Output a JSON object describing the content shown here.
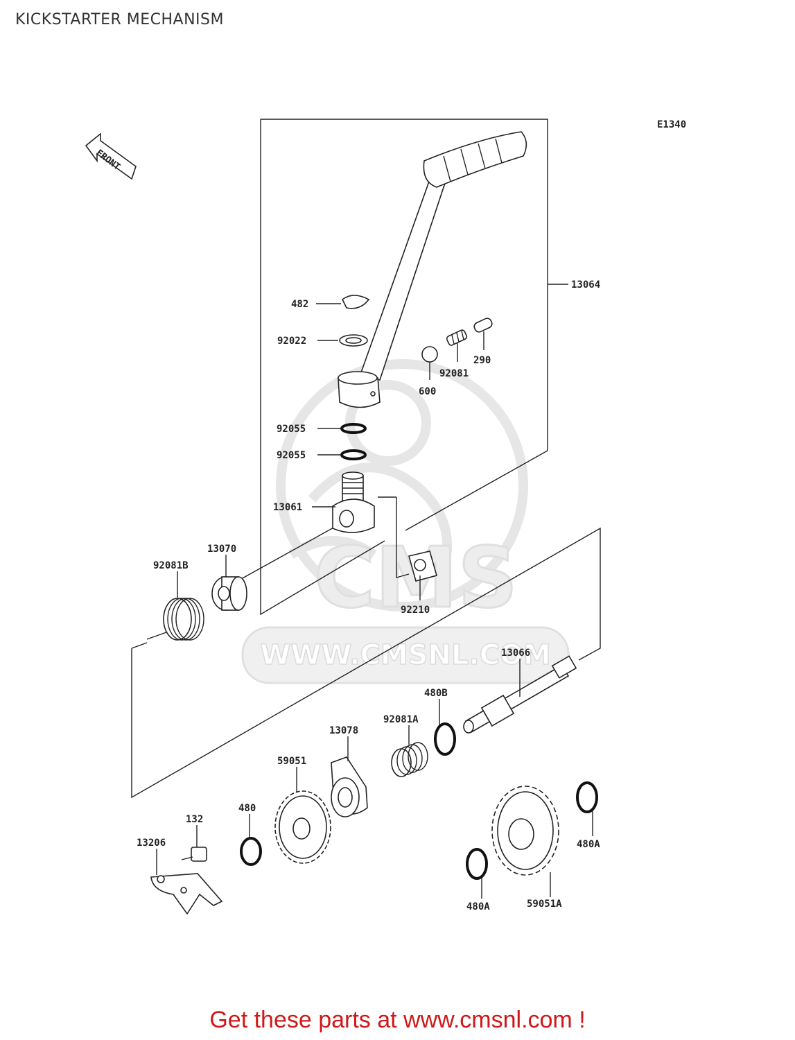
{
  "title": "KICKSTARTER MECHANISM",
  "figure_code": "E1340",
  "front_label": "FRONT",
  "watermark": {
    "logo_text": "CMS",
    "url_text": "WWW.CMSNL.COM"
  },
  "footer": "Get these parts at www.cmsnl.com !",
  "parts": {
    "p13064": "13064",
    "p482": "482",
    "p92022": "92022",
    "p290": "290",
    "p92081": "92081",
    "p600": "600",
    "p92055a": "92055",
    "p92055b": "92055",
    "p13061": "13061",
    "p13070": "13070",
    "p92081B": "92081B",
    "p92210": "92210",
    "p13066": "13066",
    "p480B": "480B",
    "p92081A": "92081A",
    "p13078": "13078",
    "p59051": "59051",
    "p480": "480",
    "p132": "132",
    "p13206": "13206",
    "p480A_a": "480A",
    "p480A_b": "480A",
    "p59051A": "59051A"
  }
}
